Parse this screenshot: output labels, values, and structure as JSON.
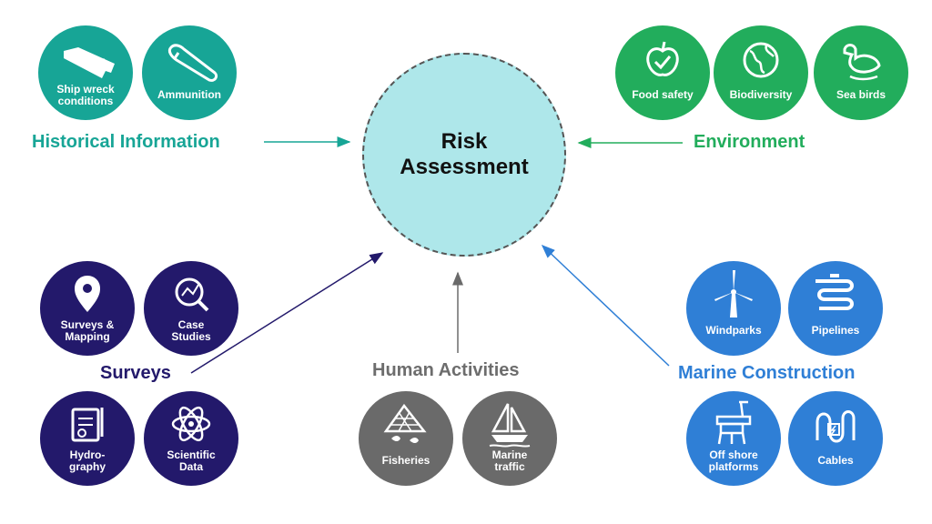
{
  "colors": {
    "historical": "#17a596",
    "environment": "#22ad5c",
    "surveys": "#23196b",
    "human": "#6a6a6a",
    "human_title": "#6d6d6d",
    "marine": "#2f7fd6",
    "center_fill": "#aee7ea"
  },
  "center": {
    "label": "Risk\nAssessment"
  },
  "groups": {
    "historical": {
      "title": "Historical Information",
      "nodes": [
        {
          "label": "Ship wreck\nconditions",
          "icon": "shipwreck-icon"
        },
        {
          "label": "Ammunition",
          "icon": "ammunition-icon"
        }
      ]
    },
    "environment": {
      "title": "Environment",
      "nodes": [
        {
          "label": "Food safety",
          "icon": "apple-check-icon"
        },
        {
          "label": "Biodiversity",
          "icon": "globe-icon"
        },
        {
          "label": "Sea birds",
          "icon": "duck-icon"
        }
      ]
    },
    "surveys": {
      "title": "Surveys",
      "nodes": [
        {
          "label": "Surveys &\nMapping",
          "icon": "map-pin-icon"
        },
        {
          "label": "Case\nStudies",
          "icon": "magnifier-chart-icon"
        },
        {
          "label": "Hydro-\ngraphy",
          "icon": "clipboard-icon"
        },
        {
          "label": "Scientific\nData",
          "icon": "atom-icon"
        }
      ]
    },
    "human": {
      "title": "Human Activities",
      "nodes": [
        {
          "label": "Fisheries",
          "icon": "fishing-net-icon"
        },
        {
          "label": "Marine\ntraffic",
          "icon": "sailboat-icon"
        }
      ]
    },
    "marine": {
      "title": "Marine Construction",
      "nodes": [
        {
          "label": "Windparks",
          "icon": "wind-turbine-icon"
        },
        {
          "label": "Pipelines",
          "icon": "pipeline-icon"
        },
        {
          "label": "Off shore\nplatforms",
          "icon": "oil-platform-icon"
        },
        {
          "label": "Cables",
          "icon": "cable-icon"
        }
      ]
    }
  }
}
